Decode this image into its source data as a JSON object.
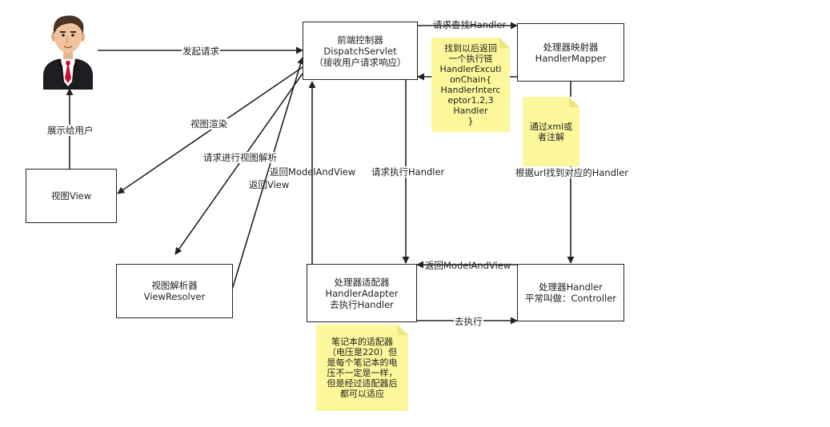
{
  "user": {
    "icon": "businessman-avatar-icon"
  },
  "boxes": {
    "dispatcher": [
      "前端控制器",
      "DispatchServlet",
      "（接收用户请求响应）"
    ],
    "mapper": [
      "处理器映射器",
      "HandlerMapper"
    ],
    "adapter": [
      "处理器适配器",
      "HandlerAdapter",
      "去执行Handler"
    ],
    "handler": [
      "处理器Handler",
      "平常叫做：Controller"
    ],
    "resolver": [
      "视图解析器",
      "ViewResolver"
    ],
    "view": [
      "视图View"
    ]
  },
  "edges": {
    "send_request": "发起请求",
    "find_handler": "请求查找Handler",
    "render_view": "视图渲染",
    "request_resolve": "请求进行视图解析",
    "return_mav_dispatcher": "返回ModelAndView",
    "return_view": "返回View",
    "execute_handler": "请求执行Handler",
    "by_url": "根据url找到对应的Handler",
    "return_mav_adapter": "返回ModelAndView",
    "go_execute": "去执行",
    "show_user": "展示给用户"
  },
  "notes": {
    "chain": "找到以后返回\n一个执行链\nHandlerExcuti\nonChain{\nHandlerInterc\neptor1,2,3\nHandler\n}",
    "xml": "通过xml或\n者注解",
    "adapter": "笔记本的适配器\n（电压是220）但\n是每个笔记本的电\n压不一定是一样，\n但是经过适配器后\n都可以适应"
  },
  "colors": {
    "note_bg": "#fbf79a",
    "line": "#222222"
  }
}
